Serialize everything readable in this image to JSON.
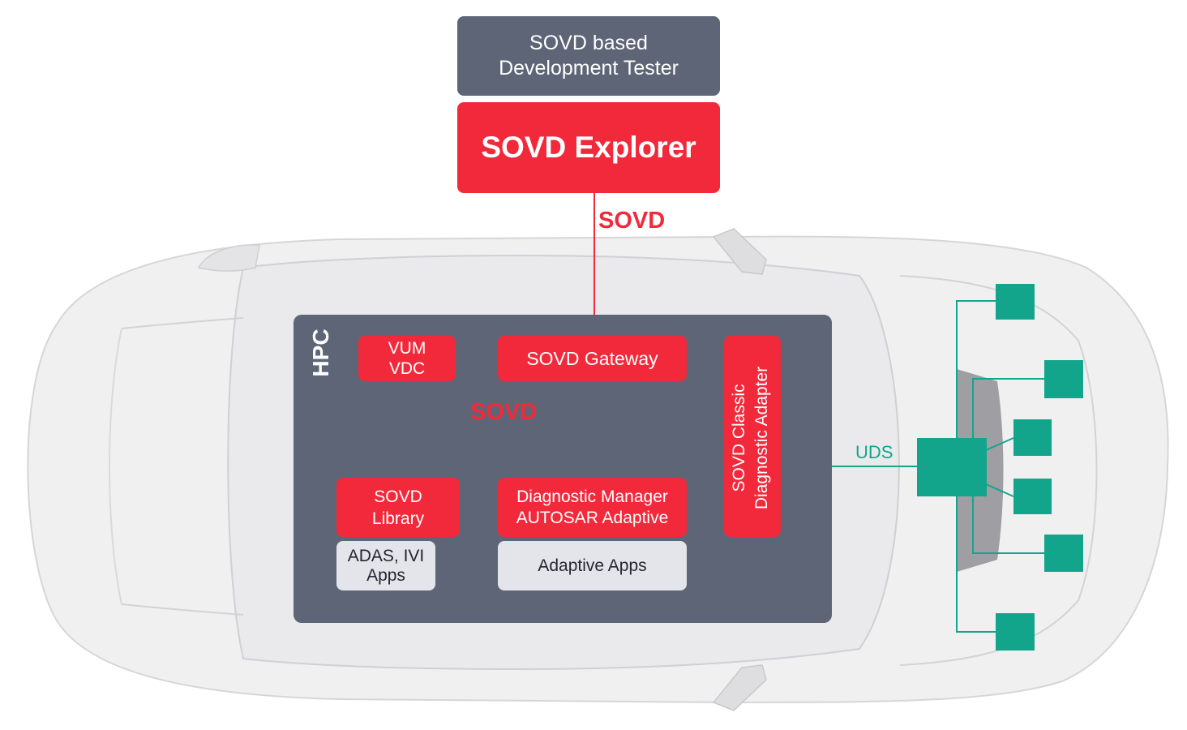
{
  "tester": {
    "label": "SOVD based\nDevelopment Tester"
  },
  "explorer": {
    "label": "SOVD Explorer"
  },
  "link_top": {
    "label": "SOVD"
  },
  "hpc": {
    "label": "HPC",
    "vum": {
      "label": "VUM\nVDC"
    },
    "gateway": {
      "label": "SOVD Gateway"
    },
    "bus_label": "SOVD",
    "adapter": {
      "label": "SOVD Classic\nDiagnostic Adapter"
    },
    "library": {
      "label": "SOVD\nLibrary"
    },
    "dm": {
      "label": "Diagnostic Manager\nAUTOSAR Adaptive"
    },
    "adas": {
      "label": "ADAS, IVI\nApps"
    },
    "apps": {
      "label": "Adaptive Apps"
    }
  },
  "uds": {
    "label": "UDS"
  },
  "colors": {
    "red": "#F2293A",
    "slate": "#5E6577",
    "teal": "#12A58C",
    "light": "#E4E5EA"
  }
}
